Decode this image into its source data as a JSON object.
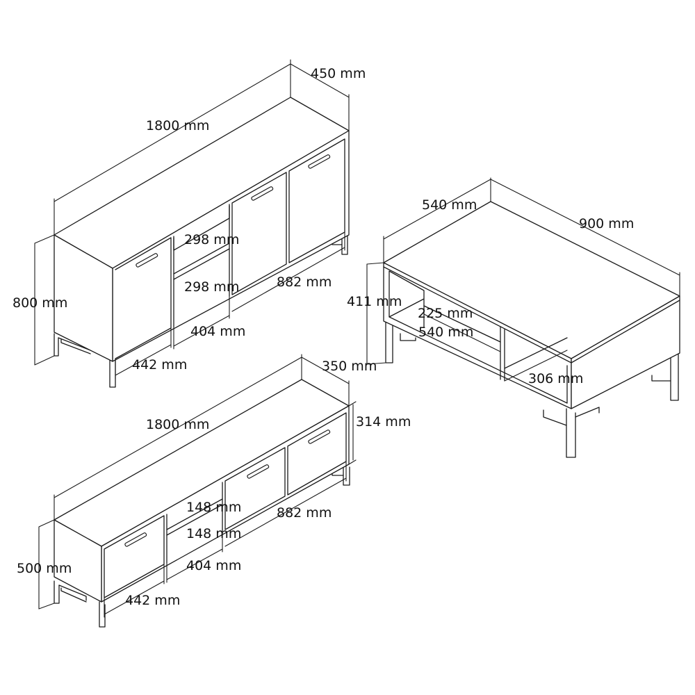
{
  "sideboard": {
    "width": "1800 mm",
    "depth": "450 mm",
    "height": "800 mm",
    "shelf_upper": "298 mm",
    "shelf_lower": "298 mm",
    "right_doors": "882 mm",
    "niche": "404 mm",
    "left_door": "442 mm"
  },
  "coffee_table": {
    "depth": "540 mm",
    "width": "900 mm",
    "height": "411 mm",
    "shelf_height": "225 mm",
    "shelf_width": "540 mm",
    "side_niche": "306 mm"
  },
  "tv_unit": {
    "width": "1800 mm",
    "depth": "350 mm",
    "door_height": "314 mm",
    "shelf_upper": "148 mm",
    "shelf_lower": "148 mm",
    "right_doors": "882 mm",
    "niche": "404 mm",
    "left_door": "442 mm",
    "height": "500 mm"
  }
}
